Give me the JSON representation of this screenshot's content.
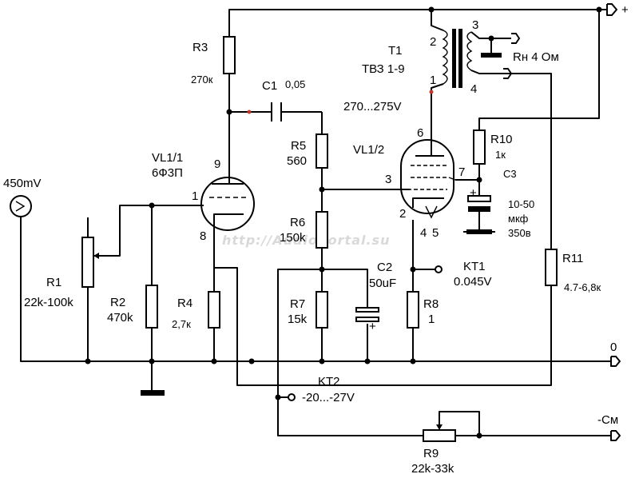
{
  "labels": {
    "r3": "R3",
    "r3_val": "270к",
    "c1": "C1",
    "c1_val": "0,05",
    "t1": "T1",
    "t1_type": "ТВЗ 1-9",
    "t1_p1": "1",
    "t1_p2": "2",
    "t1_p3": "3",
    "t1_p4": "4",
    "plate_v": "270...275V",
    "load": "Rн 4 Ом",
    "plus": "+",
    "vl1_name": "VL1/1",
    "vl1_type": "6Ф3П",
    "vl1_p9": "9",
    "vl1_p1": "1",
    "vl1_p8": "8",
    "r5": "R5",
    "r5_val": "560",
    "vl2_name": "VL1/2",
    "vl2_p6": "6",
    "vl2_p3": "3",
    "vl2_p7": "7",
    "vl2_p2": "2",
    "vl2_p4": "4",
    "vl2_p5": "5",
    "r10": "R10",
    "r10_val": "1к",
    "c3": "C3",
    "c3_plus": "+",
    "c3_val1": "10-50",
    "c3_val2": "мкф",
    "c3_val3": "350в",
    "input_v": "450mV",
    "r1": "R1",
    "r1_val": "22k-100k",
    "r2": "R2",
    "r2_val": "470k",
    "r4": "R4",
    "r4_val": "2,7к",
    "r6": "R6",
    "r6_val": "150k",
    "r7": "R7",
    "r7_val": "15k",
    "c2": "C2",
    "c2_val": "50uF",
    "c2_plus": "+",
    "r8": "R8",
    "r8_val": "1",
    "kt1": "KT1",
    "kt1_val": "0.045V",
    "r11": "R11",
    "r11_val": "4.7-6,8к",
    "zero": "0",
    "kt2": "KT2",
    "kt2_val": "-20...-27V",
    "r9": "R9",
    "r9_val": "22k-33k",
    "neg_bias": "-См",
    "watermark": "http://AudioPortal.su"
  }
}
